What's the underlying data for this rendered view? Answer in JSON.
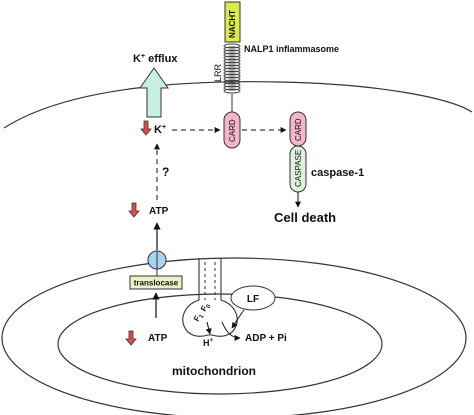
{
  "labels": {
    "k_efflux": "K",
    "k_efflux_sup": "+",
    "k_efflux_rest": " efflux",
    "k_ion": "K",
    "k_ion_sup": "+",
    "question": "?",
    "atp_upper": "ATP",
    "atp_lower": "ATP",
    "nacht": "NACHT",
    "lrr": "LRR",
    "nalp1": "NALP1 inflammasome",
    "card1": "CARD",
    "card2": "CARD",
    "caspase_domain": "CASPASE",
    "caspase1": "caspase-1",
    "cell_death": "Cell death",
    "translocase": "translocase",
    "f1": "F",
    "f1_sub": "1",
    "f0": "F",
    "f0_sub": "0",
    "lf": "LF",
    "h": "H",
    "h_sup": "+",
    "adp_pi": "ADP + Pi",
    "mitochondrion": "mitochondrion"
  },
  "colors": {
    "nacht_fill": "#d9ea4a",
    "card_fill": "#f4b6c8",
    "caspase_fill": "#dff2dc",
    "efflux_arrow_fill": "#c8f0e2",
    "down_arrow_fill": "#e04a4a",
    "channel_fill": "#a8d4ee",
    "translocase_fill": "#e9f3c8"
  }
}
